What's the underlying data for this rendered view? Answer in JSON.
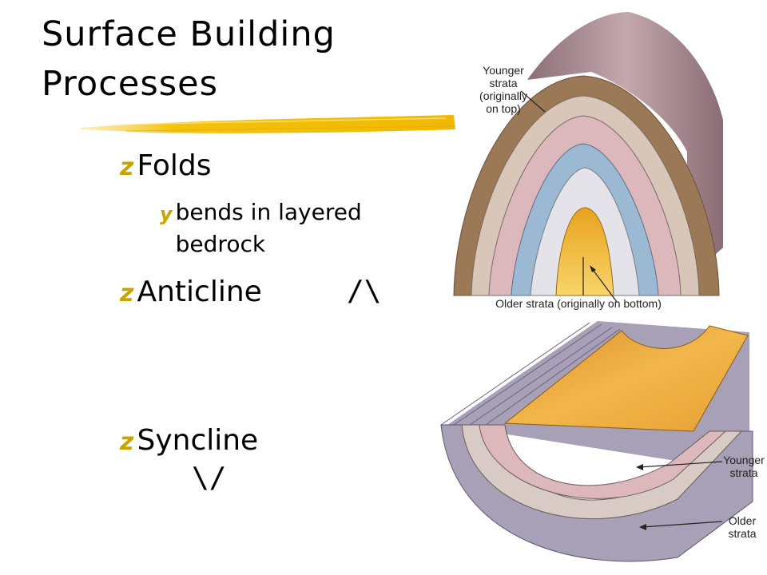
{
  "title_line1": "Surface Building",
  "title_line2": "Processes",
  "bullets": [
    {
      "marker": "z",
      "text": "Folds"
    },
    {
      "marker": "y",
      "text_line1": "bends in layered",
      "text_line2": "bedrock"
    },
    {
      "marker": "z",
      "text": "Anticline",
      "symbol": "/\\"
    },
    {
      "marker": "z",
      "text": "Syncline",
      "symbol": "\\/"
    }
  ],
  "anticline_figure": {
    "younger_label": [
      "Younger",
      "strata",
      "(originally",
      "on top)"
    ],
    "older_label": "Older strata (originally on bottom)"
  },
  "syncline_figure": {
    "younger_label": [
      "Younger",
      "strata"
    ],
    "older_label": [
      "Older",
      "strata"
    ]
  },
  "colors": {
    "accent": "#f3c20d",
    "outer_layer": "#a5868d",
    "brown_layer": "#9b7856",
    "pink_layer": "#dcb8bd",
    "blue_layer": "#9cb9d3",
    "core": "#f0b429"
  }
}
